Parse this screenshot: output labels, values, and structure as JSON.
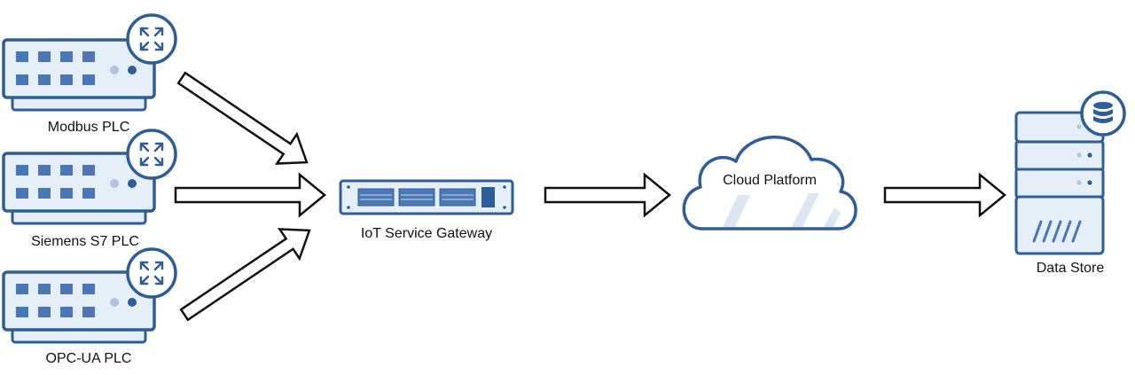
{
  "nodes": {
    "plc_modbus": {
      "label": "Modbus PLC",
      "icon": "switch-icon",
      "badge": "router-icon"
    },
    "plc_siemens": {
      "label": "Siemens S7 PLC",
      "icon": "switch-icon",
      "badge": "router-icon"
    },
    "plc_opcua": {
      "label": "OPC-UA PLC",
      "icon": "switch-icon",
      "badge": "router-icon"
    },
    "gateway": {
      "label": "IoT Service Gateway",
      "icon": "gateway-appliance-icon"
    },
    "cloud": {
      "label": "Cloud Platform",
      "icon": "cloud-icon"
    },
    "datastore": {
      "label": "Data Store",
      "icon": "server-icon",
      "badge": "database-icon"
    }
  },
  "edges": [
    {
      "from": "plc_modbus",
      "to": "gateway"
    },
    {
      "from": "plc_siemens",
      "to": "gateway"
    },
    {
      "from": "plc_opcua",
      "to": "gateway"
    },
    {
      "from": "gateway",
      "to": "cloud"
    },
    {
      "from": "cloud",
      "to": "datastore"
    }
  ],
  "colors": {
    "outline": "#2E5E9A",
    "fill_light": "#E6EEF7",
    "port": "#4A78B5",
    "arrow_stroke": "#111111",
    "arrow_fill": "#ffffff"
  }
}
